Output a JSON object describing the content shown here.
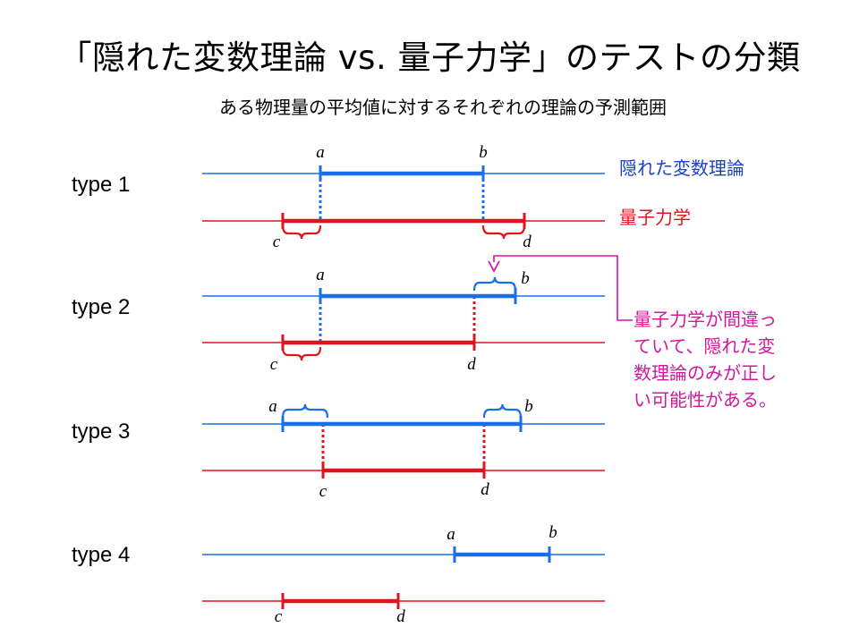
{
  "title": "「隠れた変数理論 vs. 量子力学」のテストの分類",
  "subtitle": "ある物理量の平均値に対するそれぞれの理論の予測範囲",
  "legend": {
    "hidden_variable": "隠れた変数理論",
    "quantum": "量子力学"
  },
  "note_lines": [
    "量子力学が間違っ",
    "ていて、隠れた変",
    "数理論のみが正し",
    "い可能性がある。"
  ],
  "colors": {
    "hidden_variable": "#1a6ee8",
    "quantum": "#e0141c",
    "legend_hidden_variable": "#1a3fd1",
    "note": "#d4179d"
  },
  "types": [
    {
      "label": "type 1",
      "hidden": {
        "start_label": "a",
        "end_label": "b"
      },
      "quantum": {
        "start_label": "c",
        "end_label": "d"
      }
    },
    {
      "label": "type 2",
      "hidden": {
        "start_label": "a",
        "end_label": "b"
      },
      "quantum": {
        "start_label": "c",
        "end_label": "d"
      }
    },
    {
      "label": "type 3",
      "hidden": {
        "start_label": "a",
        "end_label": "b"
      },
      "quantum": {
        "start_label": "c",
        "end_label": "d"
      }
    },
    {
      "label": "type 4",
      "hidden": {
        "start_label": "a",
        "end_label": "b"
      },
      "quantum": {
        "start_label": "c",
        "end_label": "d"
      }
    }
  ]
}
